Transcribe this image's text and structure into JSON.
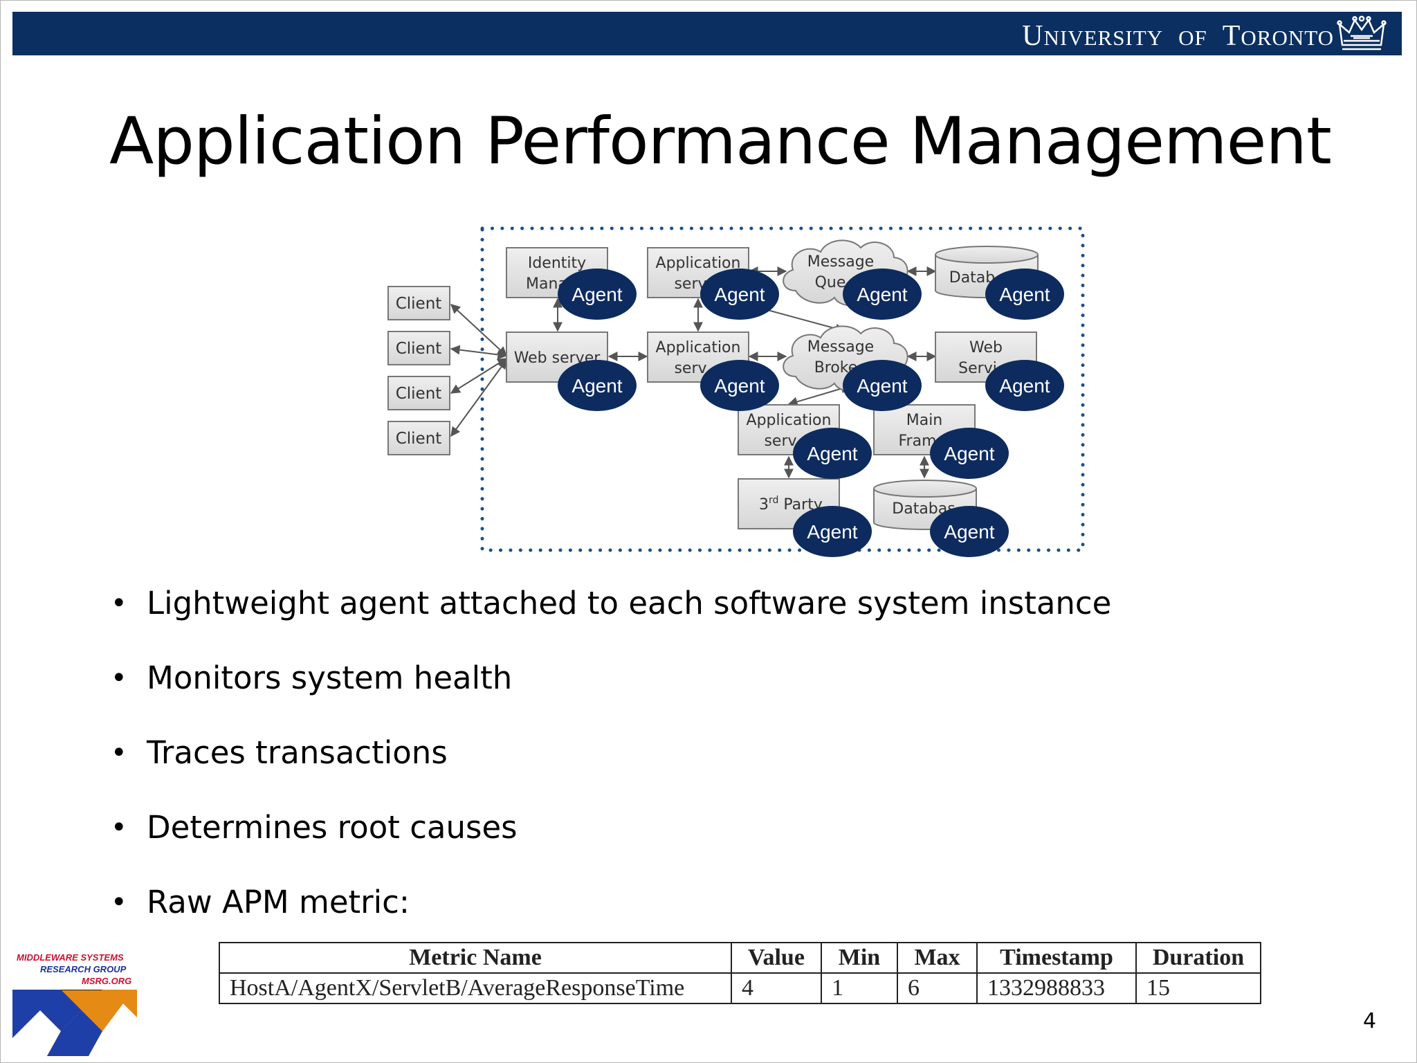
{
  "header": {
    "university_name": "University of Toronto",
    "word1_first": "U",
    "word1_rest": "NIVERSITY",
    "word2": "OF",
    "word3_first": "T",
    "word3_rest": "ORONTO",
    "crest_icon": "crown-icon",
    "colors": {
      "banner": "#0b2f60"
    }
  },
  "slide": {
    "title": "Application Performance Management",
    "page_number": "4"
  },
  "diagram": {
    "clients": [
      "Client",
      "Client",
      "Client",
      "Client"
    ],
    "components": {
      "identity_1": "Identity",
      "identity_2": "Mana",
      "app1_1": "Application",
      "app1_2": "serv",
      "mq_1": "Message",
      "mq_2": "Que",
      "db1": "Datab",
      "web_server": "Web server",
      "app2_1": "Application",
      "app2_2": "serv",
      "broker_1": "Message",
      "broker_2": "Broke",
      "websvc_1": "Web",
      "websvc_2": "Servi",
      "app3_1": "Application",
      "app3_2": "serv",
      "mainframe_1": "Main",
      "mainframe_2": "Fram",
      "third_party": "3",
      "third_party_sup": "rd",
      "third_party_rest": " Party",
      "db2": "Databas"
    },
    "agent_label": "Agent",
    "colors": {
      "agent_fill": "#0d2b5e",
      "boundary": "#1b4f8a",
      "box_fill": "#e2e2e2"
    }
  },
  "bullets": [
    "Lightweight agent attached to each software system instance",
    "Monitors system health",
    "Traces transactions",
    "Determines root causes",
    "Raw APM metric:"
  ],
  "metric_table": {
    "headers": [
      "Metric Name",
      "Value",
      "Min",
      "Max",
      "Timestamp",
      "Duration"
    ],
    "row": [
      "HostA/AgentX/ServletB/AverageResponseTime",
      "4",
      "1",
      "6",
      "1332988833",
      "15"
    ]
  },
  "logo": {
    "line1": "MIDDLEWARE SYSTEMS",
    "line2": "RESEARCH GROUP",
    "line3": "MSRG.ORG"
  }
}
